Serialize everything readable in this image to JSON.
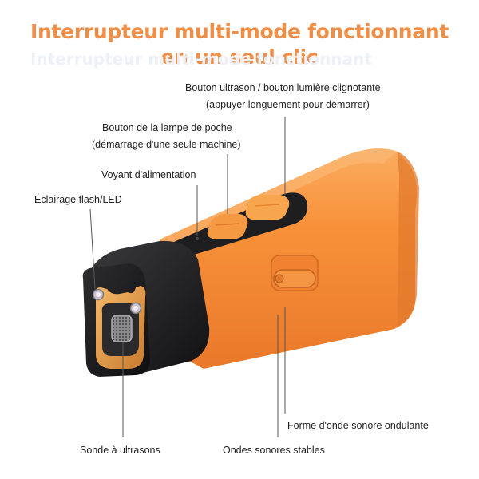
{
  "title": {
    "line1": "Interrupteur multi-mode fonctionnant",
    "line2": "en un seul clic"
  },
  "labels": {
    "ultrasonic_button": "Bouton ultrason / bouton lumière clignotante",
    "ultrasonic_button_note": "(appuyer longuement pour démarrer)",
    "flashlight_button": "Bouton de la lampe de poche",
    "flashlight_button_note": "(démarrage d'une seule machine)",
    "power_indicator": "Voyant d'alimentation",
    "flash_led": "Éclairage flash/LED",
    "ultrasonic_probe": "Sonde à ultrasons",
    "stable_waves": "Ondes sonores stables",
    "wave_form": "Forme d'onde sonore ondulante"
  },
  "colors": {
    "title": "#ef8f47",
    "body_orange": "#f8913a",
    "cap_black": "#1c1c1e",
    "button_orange": "#f5a44a"
  }
}
